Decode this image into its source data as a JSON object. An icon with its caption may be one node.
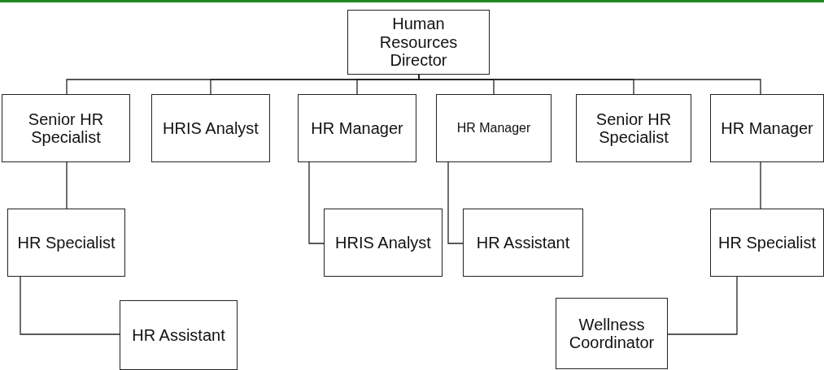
{
  "diagram": {
    "nodes": [
      {
        "text": [
          "Human Resources Director"
        ]
      },
      {
        "text": [
          "Senior HR Specialist"
        ]
      },
      {
        "text": [
          "HRIS Analyst"
        ]
      },
      {
        "text": [
          "HR Manager"
        ]
      },
      {
        "text": [
          "HR Manager"
        ]
      },
      {
        "text": [
          "Senior HR Specialist"
        ]
      },
      {
        "text": [
          "HR Manager"
        ]
      },
      {
        "text": [
          "HR Specialist"
        ]
      },
      {
        "text": [
          "HRIS Analyst"
        ]
      },
      {
        "text": [
          "HR Assistant"
        ]
      },
      {
        "text": [
          "HR Specialist"
        ]
      },
      {
        "text": [
          "HR Assistant"
        ]
      },
      {
        "text": [
          "Wellness Coordinator"
        ]
      }
    ],
    "edges": [
      {
        "from": 0,
        "to": 1,
        "arrow": "none"
      },
      {
        "from": 0,
        "to": 2,
        "arrow": "none"
      },
      {
        "from": 0,
        "to": 3,
        "arrow": "none"
      },
      {
        "from": 0,
        "to": 4,
        "arrow": "none"
      },
      {
        "from": 0,
        "to": 5,
        "arrow": "none"
      },
      {
        "from": 0,
        "to": 6,
        "arrow": "none"
      },
      {
        "from": 1,
        "to": 7,
        "arrow": "none"
      },
      {
        "from": 3,
        "to": 8,
        "arrow": "none"
      },
      {
        "from": 4,
        "to": 9,
        "arrow": "none"
      },
      {
        "from": 6,
        "to": 10,
        "arrow": "none"
      },
      {
        "from": 7,
        "to": 11,
        "arrow": "none"
      },
      {
        "from": 10,
        "to": 12,
        "arrow": "none"
      }
    ]
  }
}
